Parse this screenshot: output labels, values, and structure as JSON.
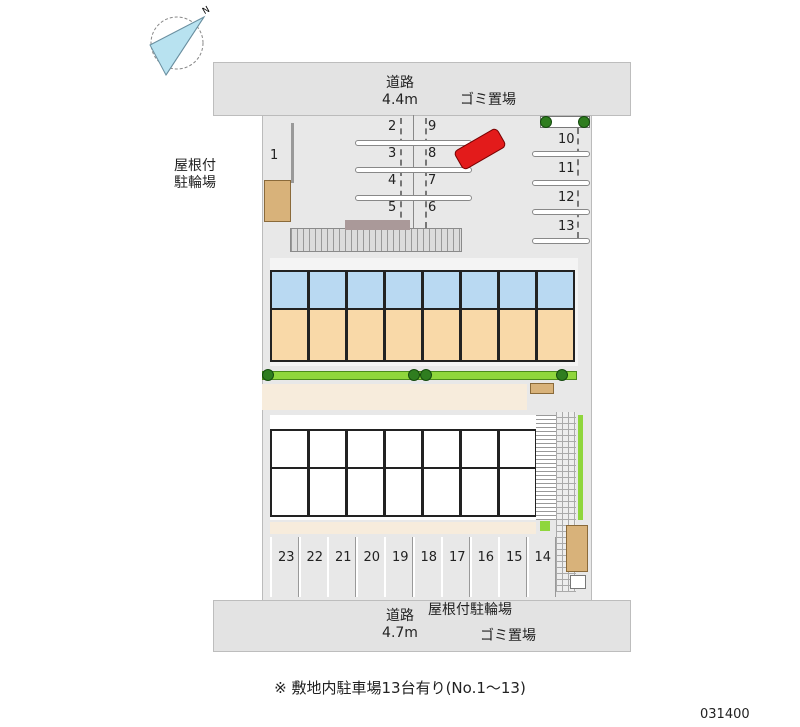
{
  "north_label": "N",
  "top_road": {
    "name": "道路",
    "width": "4.4m"
  },
  "bottom_road": {
    "name": "道路",
    "width": "4.7m"
  },
  "labels": {
    "garbage_top": "ゴミ置場",
    "bike_shed_top_line1": "屋根付",
    "bike_shed_top_line2": "駐輪場",
    "bike_shed_bottom": "屋根付駐輪場",
    "garbage_bottom": "ゴミ置場"
  },
  "parking": {
    "stall_1": "1",
    "center_left": [
      "2",
      "3",
      "4",
      "5"
    ],
    "center_right": [
      "9",
      "8",
      "7",
      "6"
    ],
    "right": [
      "10",
      "11",
      "12",
      "13"
    ],
    "bottom": [
      "23",
      "22",
      "21",
      "20",
      "19",
      "18",
      "17",
      "16",
      "15",
      "14"
    ]
  },
  "buildings": {
    "upper_units": 8,
    "lower_units": 7
  },
  "colors": {
    "road": "#e3e3e3",
    "site": "#e8e8e8",
    "wet_area": "#b9d9f2",
    "room": "#f9d9a8",
    "green": "#8fd63c",
    "car": "#e31b1b"
  },
  "footnote": "※ 敷地内駐車場13台有り(No.1～13)",
  "code": "031400"
}
